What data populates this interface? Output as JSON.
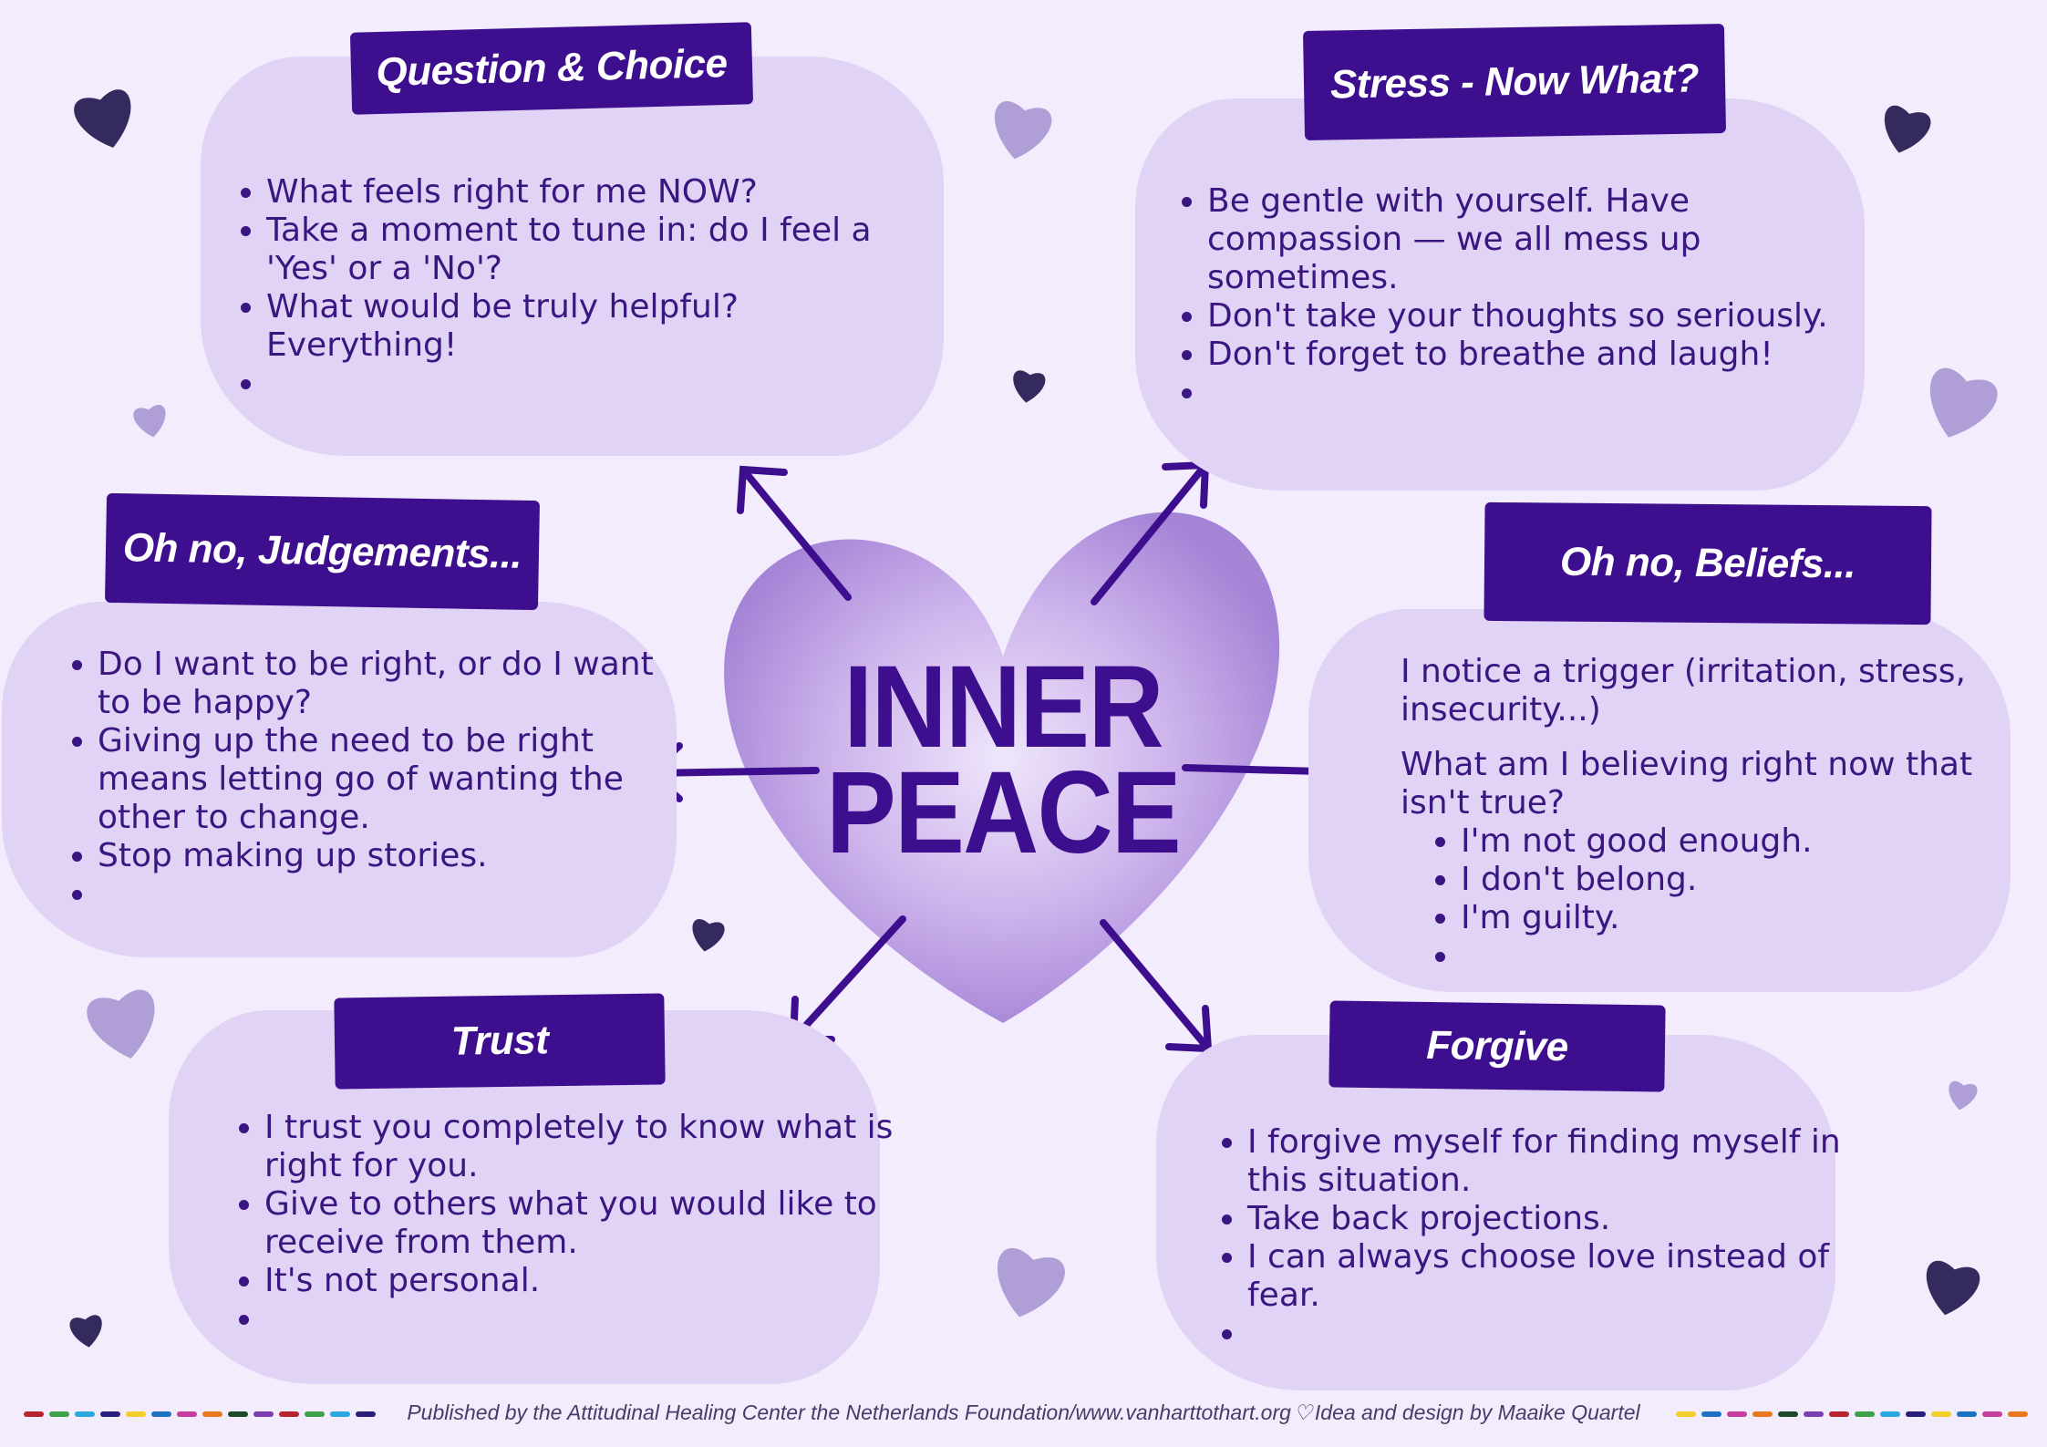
{
  "center": {
    "line1": "INNER",
    "line2": "PEACE"
  },
  "cards": {
    "question_choice": {
      "title": "Question & Choice",
      "items": [
        "What feels right for me NOW?",
        "Take a moment to tune in: do I feel a 'Yes' or a 'No'?",
        "What would be truly helpful? Everything!",
        ""
      ]
    },
    "stress": {
      "title": "Stress - Now What?",
      "items": [
        "Be gentle with yourself. Have compassion — we all mess up sometimes.",
        "Don't take your thoughts so seriously.",
        "Don't forget to breathe and laugh!",
        ""
      ]
    },
    "judgements": {
      "title": "Oh no, Judgements...",
      "items": [
        "Do I want to be right, or do I want to be happy?",
        "Giving up the need to be right means letting go of wanting the other to change.",
        "Stop making up stories.",
        ""
      ]
    },
    "beliefs": {
      "title": "Oh no, Beliefs...",
      "para1": "I notice a trigger (irritation, stress, insecurity...)",
      "para2": "What am I believing right now that isn't true?",
      "items": [
        "I'm not good enough.",
        "I don't belong.",
        "I'm guilty.",
        ""
      ]
    },
    "trust": {
      "title": "Trust",
      "items": [
        "I trust you completely to know what is right for you.",
        "Give to others what you would like to receive from them.",
        "It's not personal.",
        ""
      ]
    },
    "forgive": {
      "title": "Forgive",
      "items": [
        "I forgive myself for finding myself in this situation.",
        "Take back projections.",
        "I can always choose love instead of fear.",
        ""
      ]
    }
  },
  "footer": {
    "left": "Published by the Attitudinal Healing Center the Netherlands Foundation/www.vanharttothart.org",
    "right": "Idea and design by Maaike Quartel"
  },
  "colors": {
    "title_bg": "#3d0f8f",
    "card_bg": "#e0d3f5",
    "page_bg": "#f3ecfc",
    "text": "#3a1680",
    "heart_dark": "#352a5e",
    "heart_light": "#b09ed6",
    "center_heart": "#b89be0",
    "rainbow": [
      "#b5242f",
      "#e8791e",
      "#f2cf2a",
      "#3fa14a",
      "#1e4a2b",
      "#1d72c4",
      "#2ba8e0",
      "#7b3fb0",
      "#c23f9d",
      "#2a1f7a"
    ]
  }
}
